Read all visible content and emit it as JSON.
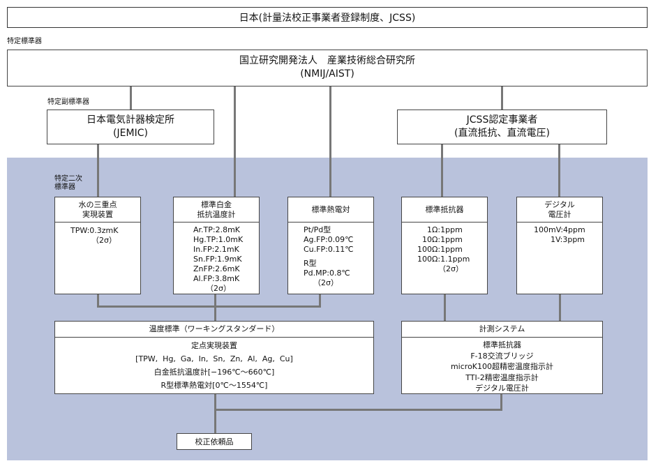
{
  "title": "日本(計量法校正事業者登録制度、JCSS)",
  "labels": {
    "specific_standard": "特定標準器",
    "specific_sub_standard": "特定副標準器",
    "secondary_1": "特定二次",
    "secondary_2": "標準器"
  },
  "nmij": {
    "line1": "国立研究開発法人　産業技術総合研究所",
    "line2": "(NMIJ/AIST)"
  },
  "jemic": {
    "line1": "日本電気計器検定所",
    "line2": "(JEMIC)"
  },
  "jcss": {
    "line1": "JCSS認定事業者",
    "line2": "(直流抵抗、直流電圧)"
  },
  "water": {
    "h1": "水の三重点",
    "h2": "実現装置",
    "b1": "TPW:0.3zmK",
    "b2": "（2σ）"
  },
  "prt": {
    "h1": "標準白金",
    "h2": "抵抗温度計",
    "b": [
      "Ar.TP:2.8mK",
      "Hg.TP:1.0mK",
      "In.FP:2.1mK",
      "Sn.FP:1.9mK",
      "ZnFP:2.6mK",
      "Al.FP:3.8mK",
      "（2σ）"
    ]
  },
  "tc": {
    "h1": "標準熱電対",
    "b": [
      "Pt/Pd型",
      "Ag.FP:0.09℃",
      "Cu.FP:0.11℃",
      "R型",
      "Pd.MP:0.8℃",
      "（2σ）"
    ]
  },
  "resistor": {
    "h1": "標準抵抗器",
    "b": [
      "1Ω:1ppm",
      "10Ω:1ppm",
      "100Ω:1ppm",
      "100Ω:1.1ppm",
      "（2σ）"
    ]
  },
  "dvm": {
    "h1": "デジタル",
    "h2": "電圧計",
    "b": [
      "100mV:4ppm",
      "1V:3ppm"
    ]
  },
  "working": {
    "h": "温度標準（ワーキングスタンダード）",
    "b": [
      "定点実現装置",
      "[TPW,  Hg,  Ga,  In,  Sn,  Zn,  Al,  Ag,  Cu]",
      "白金抵抗温度計[−196℃〜660℃]",
      "R型標準熱電対[0℃〜1554℃]"
    ]
  },
  "system": {
    "h": "計測システム",
    "b": [
      "標準抵抗器",
      "F-18交流ブリッジ",
      "microK100超精密温度指示計",
      "TTI-2精密温度指示計",
      "デジタル電圧計"
    ]
  },
  "calib": "校正依頼品"
}
